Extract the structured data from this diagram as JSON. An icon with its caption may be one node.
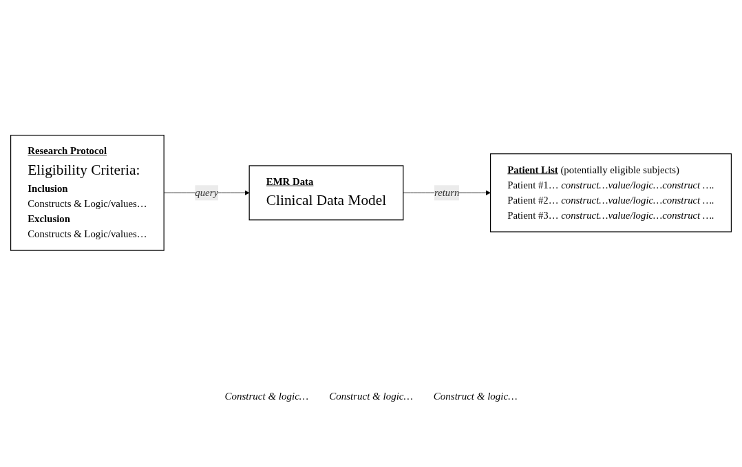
{
  "diagram": {
    "nodes": [
      {
        "text": [
          "Research Protocol",
          "Eligibility Criteria:",
          "Inclusion",
          "Constructs & Logic/values…",
          "Exclusion",
          "Constructs & Logic/values…"
        ]
      },
      {
        "text": [
          "EMR Data",
          "Clinical Data Model"
        ]
      },
      {
        "text": [
          "**Patient List** (potentially eligible subjects)",
          "Patient #1… *construct…value/logic…construct ….*",
          "Patient #2… *construct…value/logic…construct ….*",
          "Patient #3… *construct…value/logic…construct ….*"
        ]
      }
    ],
    "edges": [
      {
        "from": 0,
        "to": 1,
        "arrow": "to",
        "label": "query"
      },
      {
        "from": 1,
        "to": 2,
        "arrow": "to",
        "label": "return"
      }
    ],
    "labels": [
      "Construct & logic…",
      "Construct & logic…",
      "Construct & logic…"
    ]
  }
}
